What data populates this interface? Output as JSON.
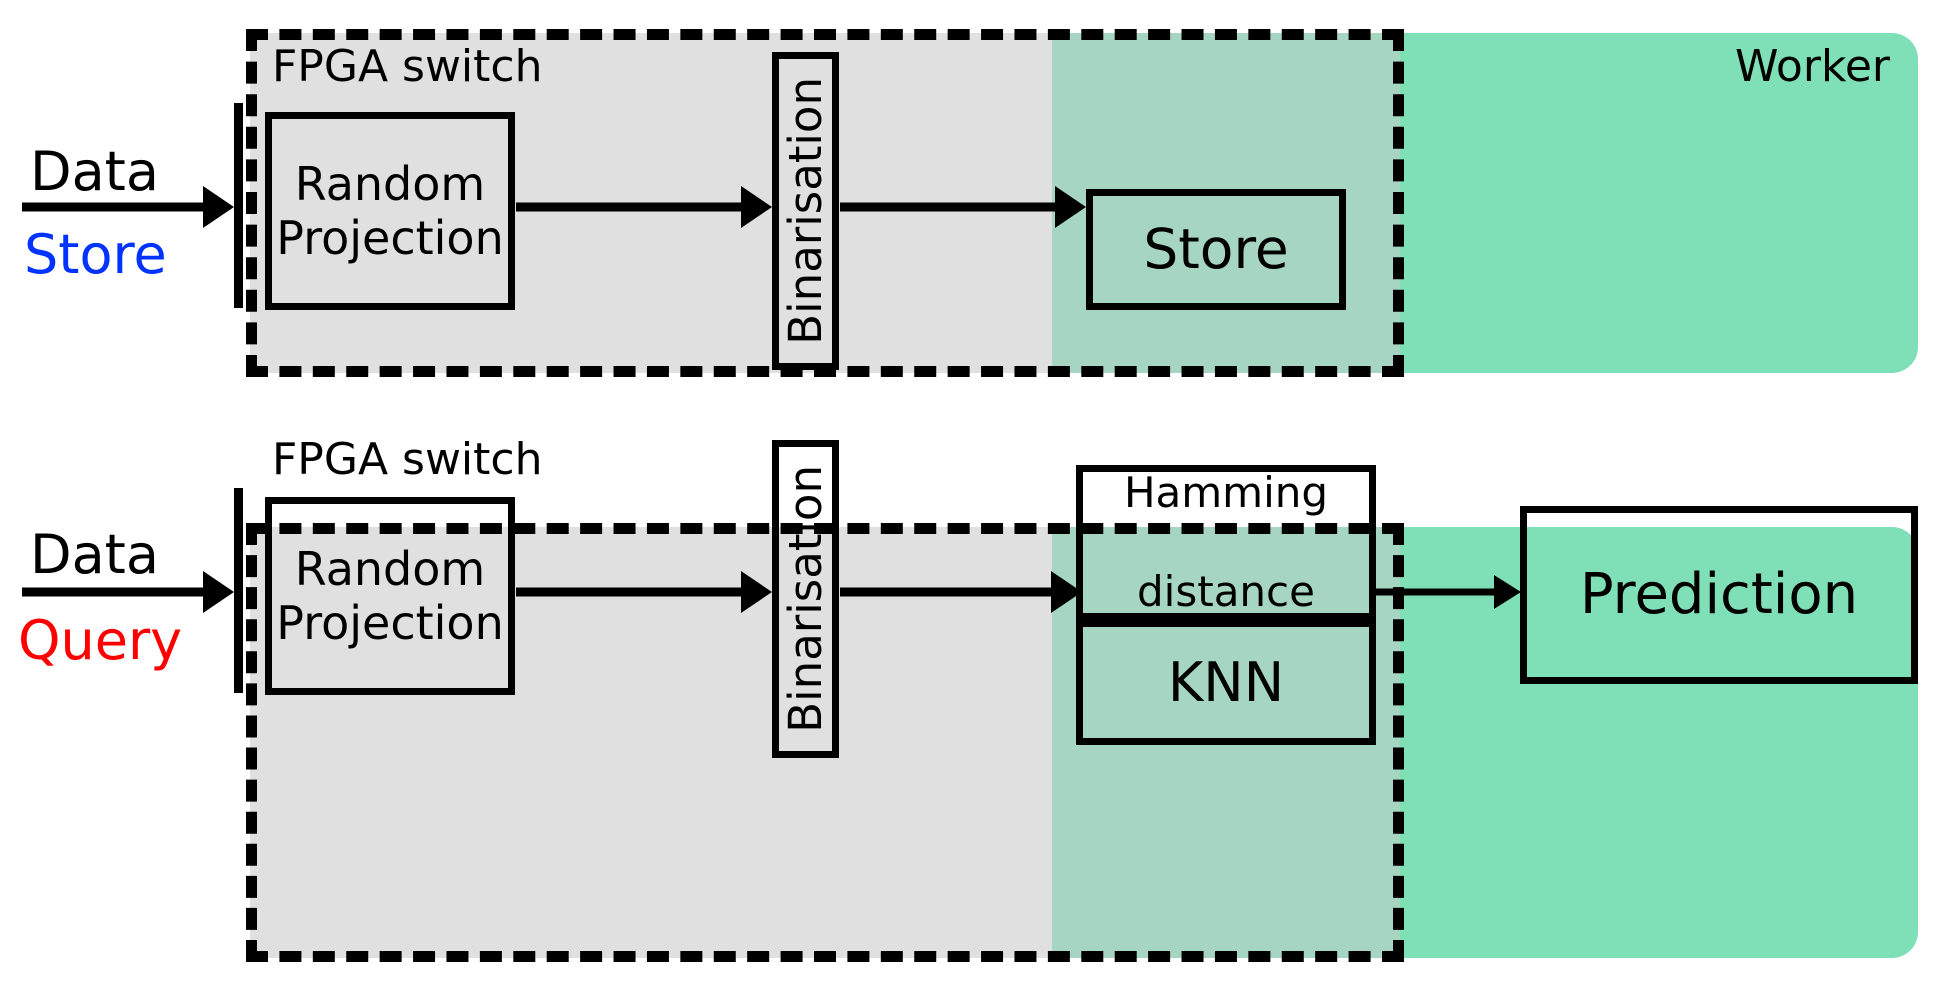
{
  "figure": {
    "type": "block-diagram",
    "title": "",
    "colors": {
      "fpga_region": "#e0e0e0",
      "worker_region": "#7fe0b8",
      "overlap_region": "#a6d6c1",
      "store_text": "#0033ff",
      "query_text": "#ff0000",
      "stroke": "#000000"
    }
  },
  "rows": [
    {
      "id": "store-pipeline",
      "input_label": "Data",
      "input_mode": "Store",
      "region_fpga_label": "FPGA switch",
      "region_worker_label": "Worker",
      "blocks": [
        {
          "id": "random-projection",
          "label": "Random\nProjection",
          "orientation": "horizontal"
        },
        {
          "id": "binarisation",
          "label": "Binarisation",
          "orientation": "vertical"
        },
        {
          "id": "store",
          "label": "Store",
          "orientation": "horizontal"
        }
      ]
    },
    {
      "id": "query-pipeline",
      "input_label": "Data",
      "input_mode": "Query",
      "region_fpga_label": "FPGA switch",
      "region_worker_label": "",
      "blocks": [
        {
          "id": "random-projection",
          "label": "Random\nProjection",
          "orientation": "horizontal"
        },
        {
          "id": "binarisation",
          "label": "Binarisation",
          "orientation": "vertical"
        },
        {
          "id": "hamming-distance",
          "label": "Hamming\n\ndistance",
          "orientation": "horizontal"
        },
        {
          "id": "knn",
          "label": "KNN",
          "orientation": "horizontal"
        },
        {
          "id": "prediction",
          "label": "Prediction",
          "orientation": "horizontal"
        }
      ]
    }
  ]
}
